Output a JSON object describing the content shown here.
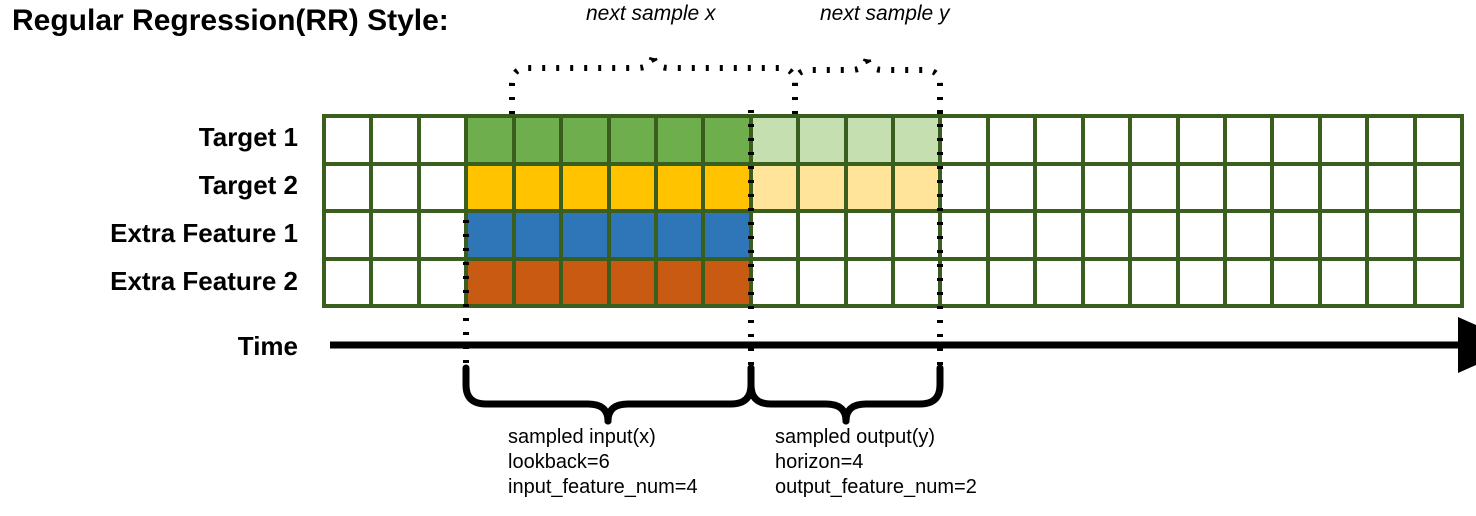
{
  "title": "Regular Regression(RR) Style:",
  "rows": [
    {
      "label": "Target 1",
      "name": "target-1"
    },
    {
      "label": "Target 2",
      "name": "target-2"
    },
    {
      "label": "Extra Feature 1",
      "name": "extra-feature-1"
    },
    {
      "label": "Extra Feature 2",
      "name": "extra-feature-2"
    }
  ],
  "time_label": "Time",
  "grid": {
    "columns": 24,
    "lead_blank": 3,
    "input_span": 6,
    "output_span": 4,
    "trail_blank": 11,
    "fills": [
      [
        "#ffffff",
        "#ffffff",
        "#ffffff",
        "#6EAE4C",
        "#6EAE4C",
        "#6EAE4C",
        "#6EAE4C",
        "#6EAE4C",
        "#6EAE4C",
        "#C5DFB0",
        "#C5DFB0",
        "#C5DFB0",
        "#C5DFB0",
        "#ffffff",
        "#ffffff",
        "#ffffff",
        "#ffffff",
        "#ffffff",
        "#ffffff",
        "#ffffff",
        "#ffffff",
        "#ffffff",
        "#ffffff",
        "#ffffff"
      ],
      [
        "#ffffff",
        "#ffffff",
        "#ffffff",
        "#FFC300",
        "#FFC300",
        "#FFC300",
        "#FFC300",
        "#FFC300",
        "#FFC300",
        "#FFE49A",
        "#FFE49A",
        "#FFE49A",
        "#FFE49A",
        "#ffffff",
        "#ffffff",
        "#ffffff",
        "#ffffff",
        "#ffffff",
        "#ffffff",
        "#ffffff",
        "#ffffff",
        "#ffffff",
        "#ffffff",
        "#ffffff"
      ],
      [
        "#ffffff",
        "#ffffff",
        "#ffffff",
        "#2E76B8",
        "#2E76B8",
        "#2E76B8",
        "#2E76B8",
        "#2E76B8",
        "#2E76B8",
        "#ffffff",
        "#ffffff",
        "#ffffff",
        "#ffffff",
        "#ffffff",
        "#ffffff",
        "#ffffff",
        "#ffffff",
        "#ffffff",
        "#ffffff",
        "#ffffff",
        "#ffffff",
        "#ffffff",
        "#ffffff",
        "#ffffff"
      ],
      [
        "#ffffff",
        "#ffffff",
        "#ffffff",
        "#C85A12",
        "#C85A12",
        "#C85A12",
        "#C85A12",
        "#C85A12",
        "#C85A12",
        "#ffffff",
        "#ffffff",
        "#ffffff",
        "#ffffff",
        "#ffffff",
        "#ffffff",
        "#ffffff",
        "#ffffff",
        "#ffffff",
        "#ffffff",
        "#ffffff",
        "#ffffff",
        "#ffffff",
        "#ffffff",
        "#ffffff"
      ]
    ],
    "line_color": "#3A5E1E"
  },
  "annotations": {
    "top_left": "next sample x",
    "top_right": "next sample y"
  },
  "bottom": {
    "input": {
      "line1": "sampled input(x)",
      "line2": "lookback=6",
      "line3": "input_feature_num=4"
    },
    "output": {
      "line1": "sampled output(y)",
      "line2": "horizon=4",
      "line3": "output_feature_num=2"
    }
  },
  "colors": {
    "target1": "#6EAE4C",
    "target1_faded": "#C5DFB0",
    "target2": "#FFC300",
    "target2_faded": "#FFE49A",
    "extra1": "#2E76B8",
    "extra2": "#C85A12",
    "grid": "#3A5E1E"
  }
}
